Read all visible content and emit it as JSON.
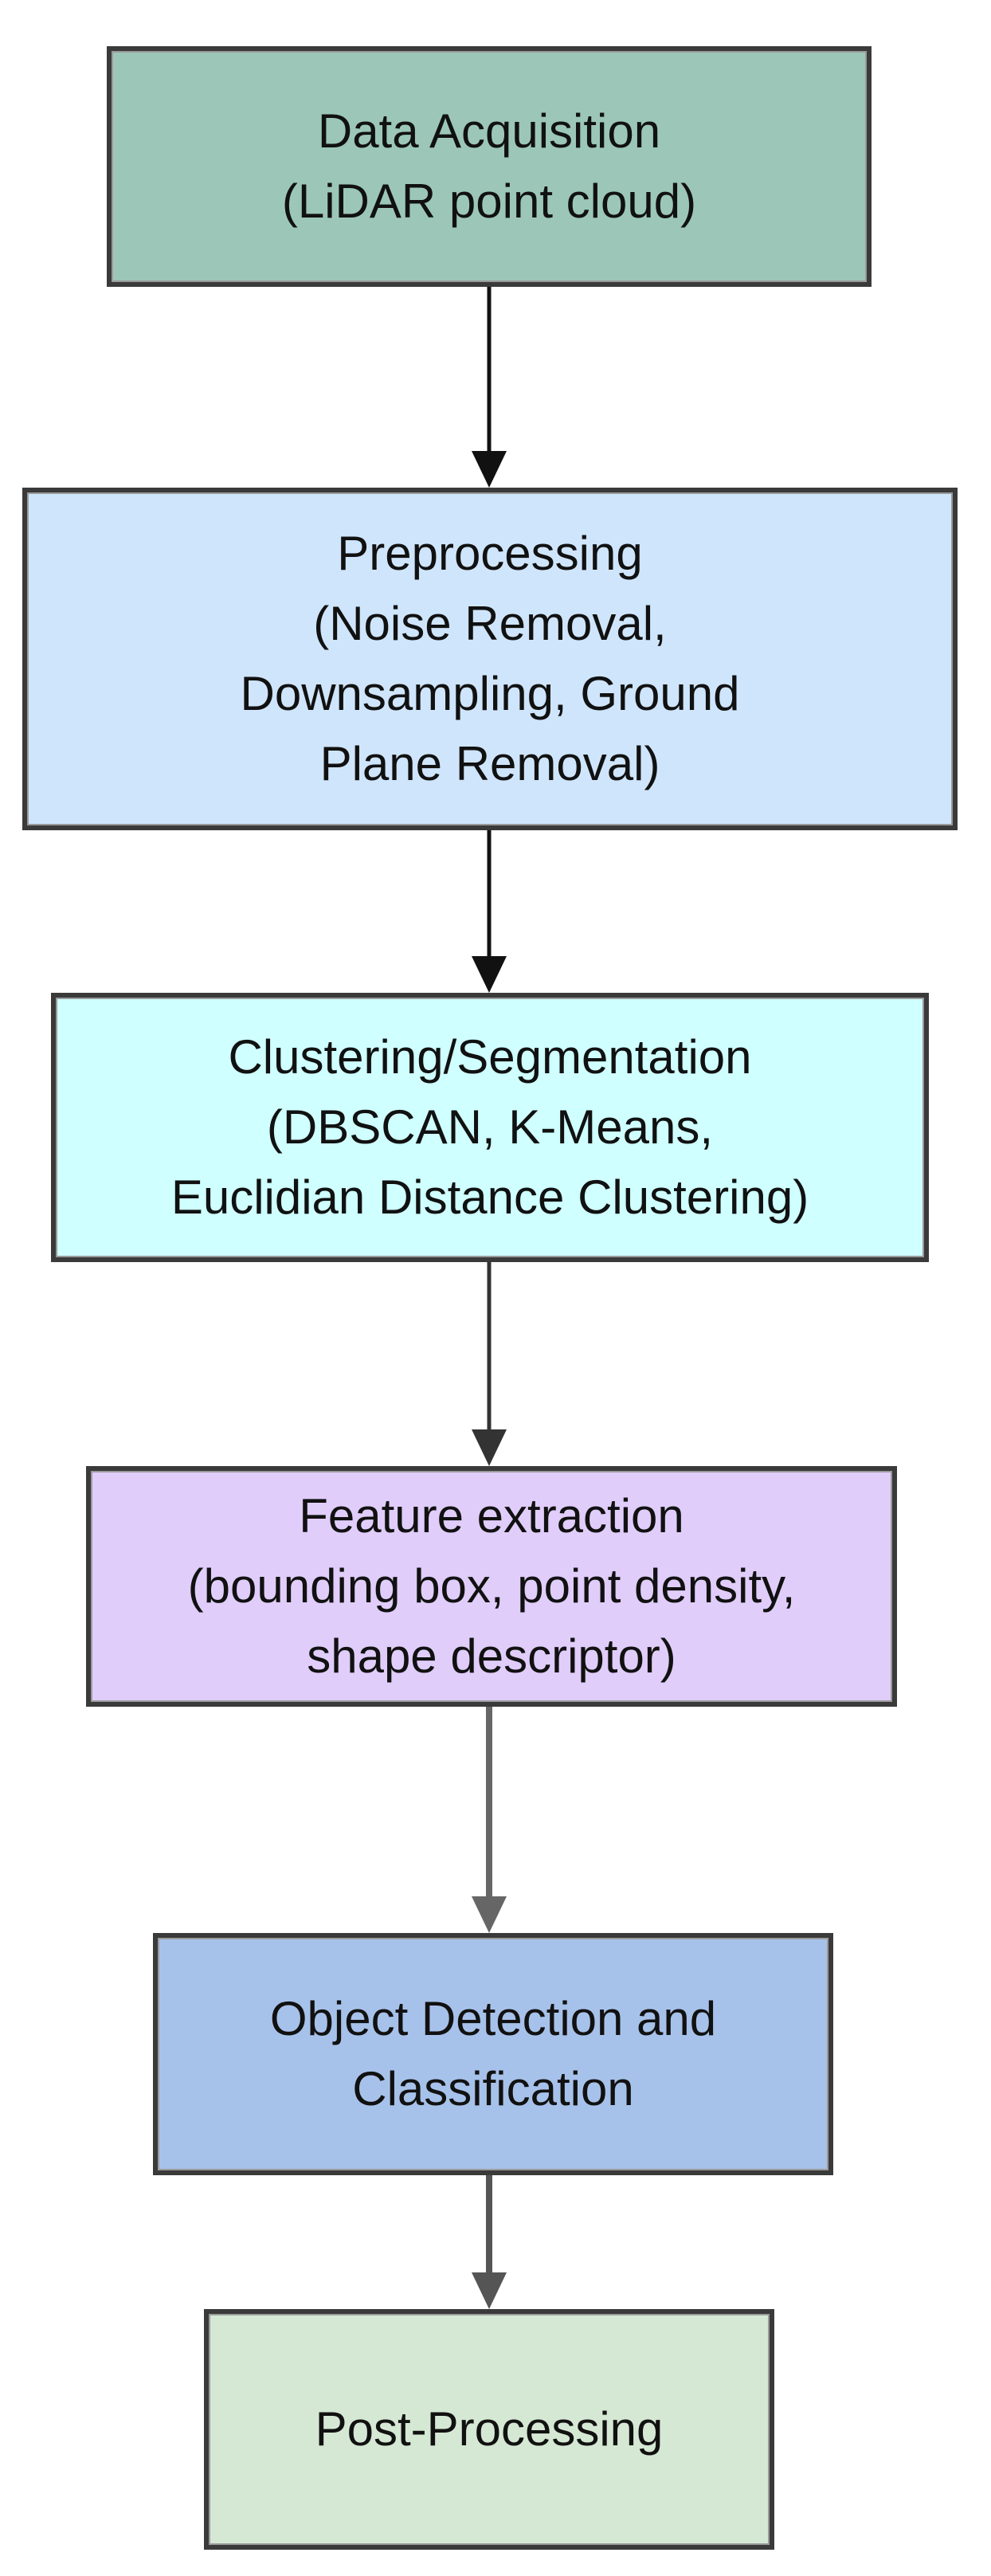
{
  "steps": [
    {
      "id": "data-acquisition",
      "text": "Data Acquisition\n(LiDAR point cloud)",
      "fill": "#9cc7b8"
    },
    {
      "id": "preprocessing",
      "text": "Preprocessing\n(Noise Removal,\nDownsampling, Ground\nPlane Removal)",
      "fill": "#cfe5fb"
    },
    {
      "id": "clustering-segmentation",
      "text": "Clustering/Segmentation\n(DBSCAN, K-Means,\nEuclidian Distance Clustering)",
      "fill": "#cfffff"
    },
    {
      "id": "feature-extraction",
      "text": "Feature extraction\n(bounding box, point density,\nshape descriptor)",
      "fill": "#e0cdfa"
    },
    {
      "id": "object-detection-classification",
      "text": "Object Detection and\nClassification",
      "fill": "#a7c2ea"
    },
    {
      "id": "post-processing",
      "text": "Post-Processing",
      "fill": "#d5e8d4"
    }
  ],
  "connector_colors": [
    "#111111",
    "#111111",
    "#333333",
    "#666666",
    "#555555"
  ]
}
